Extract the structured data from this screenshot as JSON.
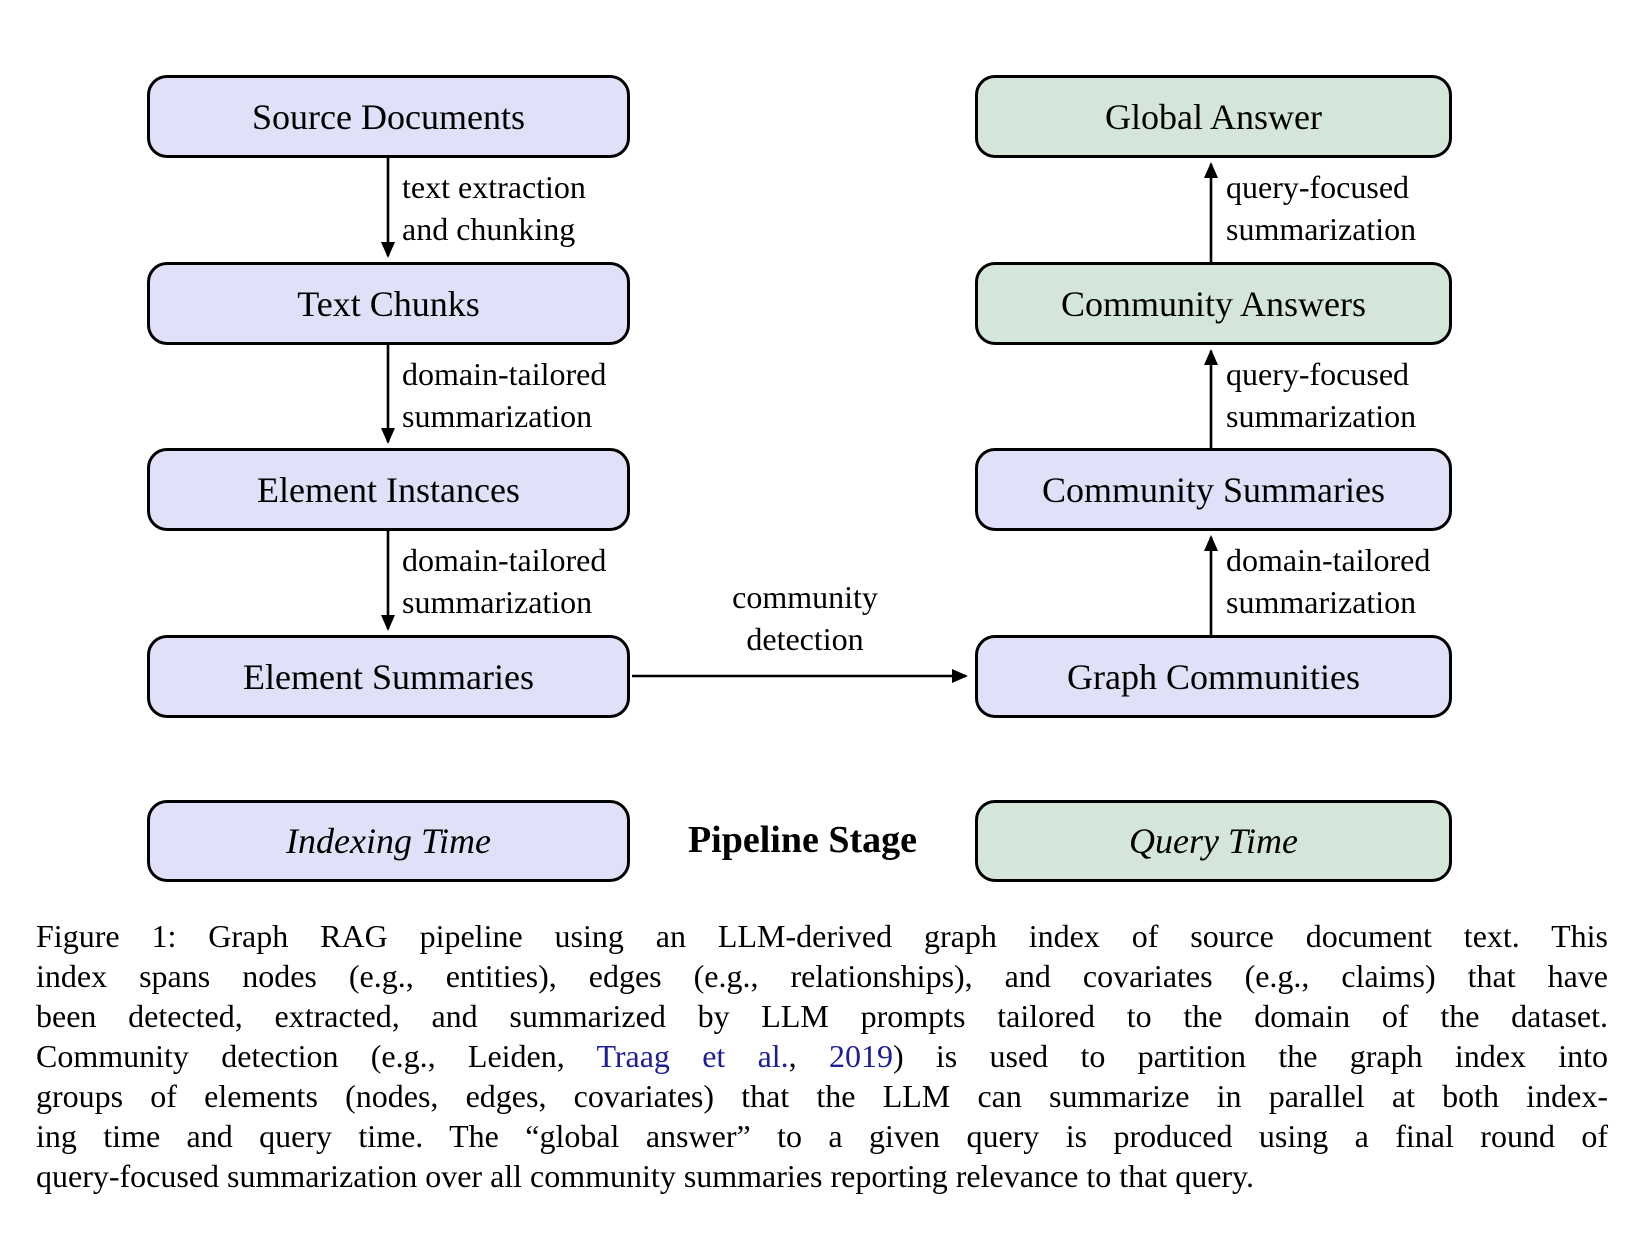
{
  "figure": {
    "indexing_column": {
      "boxes": [
        "Source Documents",
        "Text Chunks",
        "Element Instances",
        "Element Summaries"
      ],
      "edge_labels": [
        [
          "text extraction",
          "and chunking"
        ],
        [
          "domain-tailored",
          "summarization"
        ],
        [
          "domain-tailored",
          "summarization"
        ]
      ]
    },
    "query_column": {
      "boxes": [
        "Global Answer",
        "Community Answers",
        "Community Summaries",
        "Graph Communities"
      ],
      "edge_labels": [
        [
          "query-focused",
          "summarization"
        ],
        [
          "query-focused",
          "summarization"
        ],
        [
          "domain-tailored",
          "summarization"
        ]
      ]
    },
    "cross_edge_label": [
      "community",
      "detection"
    ],
    "legend": {
      "indexing": "Indexing Time",
      "stage": "Pipeline Stage",
      "query": "Query Time"
    },
    "colors": {
      "indexing_fill": "#e0e0f8",
      "query_fill": "#d4e6d9",
      "citation": "#1e1e96"
    }
  },
  "caption": {
    "line1": "Figure 1: Graph RAG pipeline using an LLM-derived graph index of source document text. This",
    "line2": "index spans nodes (e.g., entities), edges (e.g., relationships), and covariates (e.g., claims) that have",
    "line3": "been detected, extracted, and summarized by LLM prompts tailored to the domain of the dataset.",
    "line4_pre": "Community detection (e.g., Leiden, ",
    "line4_cite1": "Traag et al.",
    "line4_sep": ", ",
    "line4_cite2": "2019",
    "line4_post": ") is used to partition the graph index into",
    "line5": "groups of elements (nodes, edges, covariates) that the LLM can summarize in parallel at both index-",
    "line6": "ing time and query time. The “global answer” to a given query is produced using a final round of",
    "line7": "query-focused summarization over all community summaries reporting relevance to that query."
  }
}
